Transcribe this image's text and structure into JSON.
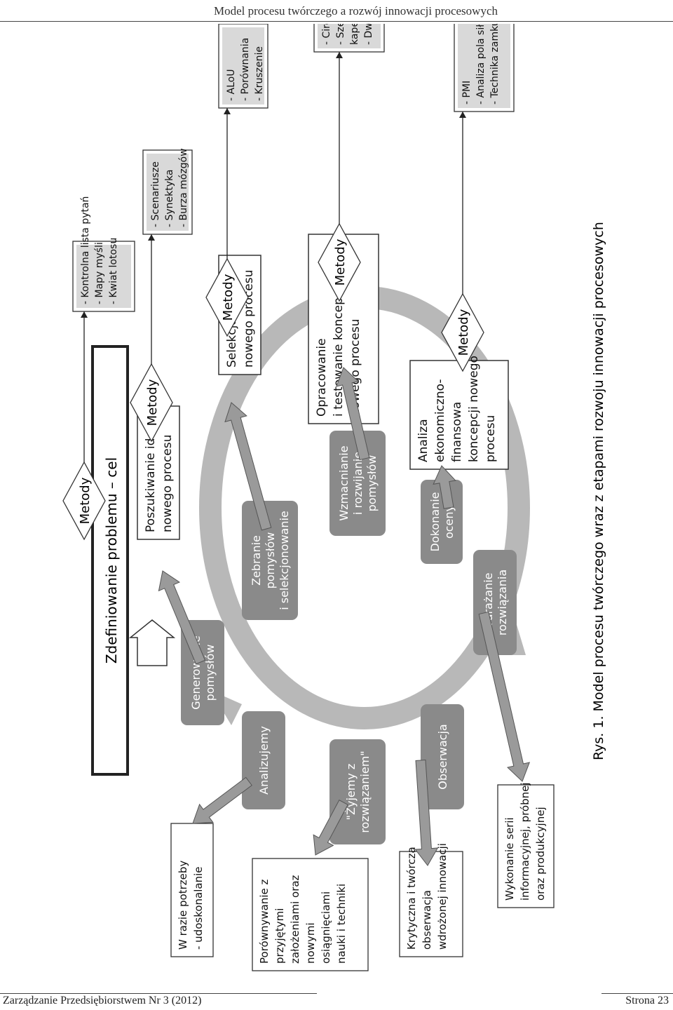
{
  "header": {
    "title": "Model procesu twórczego a rozwój innowacji procesowych"
  },
  "figure": {
    "caption": "Rys. 1. Model procesu twórczego wraz z etapami rozwoju innowacji procesowych",
    "problem_box": "Zdefiniowanie problemu – cel",
    "method_label": "Metody",
    "stages": [
      {
        "lines": [
          "Poszukiwanie idei",
          "nowego procesu"
        ]
      },
      {
        "lines": [
          "Selekcja idei",
          "nowego procesu"
        ]
      },
      {
        "lines": [
          "Opracowanie",
          "i testowanie koncepcji",
          "nowego procesu"
        ]
      },
      {
        "lines": [
          "Analiza",
          "ekonomiczno-",
          "finansowa",
          "koncepcji nowego",
          "procesu"
        ]
      }
    ],
    "method_lists": [
      [
        "- Kontrolna lista pytań",
        "- Mapy myśli",
        "- Kwiat lotosu"
      ],
      [
        "- Scenariusze",
        "- Synektyka",
        "- Burza mózgów"
      ],
      [
        "- ALoU",
        "- Porównania",
        "- Kruszenie"
      ],
      [
        "- Circept",
        "- Sześć myślowych",
        "  kapeluszy",
        "- Dwa wyrazy"
      ],
      [
        "- PMI",
        "- Analiza pola sił",
        "- Technika zamku"
      ]
    ],
    "cycle_items": [
      {
        "lines": [
          "Generowanie",
          "pomysłów"
        ]
      },
      {
        "lines": [
          "Zebranie",
          "pomysłów",
          "i selekcjonowanie"
        ]
      },
      {
        "lines": [
          "Wzmacnianie",
          "i rozwijanie",
          "pomysłów"
        ]
      },
      {
        "lines": [
          "Dokonanie",
          "oceny"
        ]
      },
      {
        "lines": [
          "Wdrażanie",
          "rozwiązania"
        ]
      },
      {
        "lines": [
          "Obserwacja"
        ]
      },
      {
        "lines": [
          "\"Żyjemy z",
          "rozwiązaniem\""
        ]
      },
      {
        "lines": [
          "Analizujemy"
        ]
      }
    ],
    "outer_boxes": [
      {
        "lines": [
          "W razie potrzeby",
          "- udoskonalanie"
        ]
      },
      {
        "lines": [
          "Porównywanie z",
          "przyjętymi",
          "założeniami oraz",
          "nowymi",
          "osiągnięciami",
          "nauki i techniki"
        ]
      },
      {
        "lines": [
          "Krytyczna i twórcza",
          "obserwacja",
          "wdrożonej innowacji"
        ]
      },
      {
        "lines": [
          "Wykonanie serii",
          "informacyjnej, próbnej",
          "oraz produkcyjnej"
        ]
      }
    ]
  },
  "footer": {
    "journal": "Zarządzanie Przedsiębiorstwem   Nr 3 (2012)",
    "page": "Strona 23"
  }
}
